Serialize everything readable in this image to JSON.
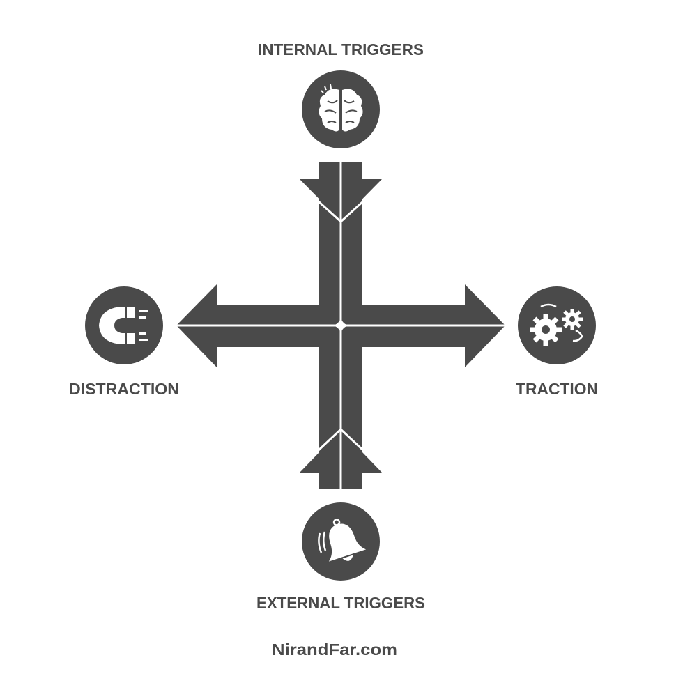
{
  "labels": {
    "top": "INTERNAL TRIGGERS",
    "left": "DISTRACTION",
    "right": "TRACTION",
    "bottom": "EXTERNAL TRIGGERS"
  },
  "footer": "NirandFar.com",
  "icons": {
    "top": "brain-icon",
    "left": "magnet-icon",
    "right": "gears-icon",
    "bottom": "bell-icon"
  },
  "colors": {
    "dark": "#4a4a4a",
    "background": "#ffffff"
  }
}
